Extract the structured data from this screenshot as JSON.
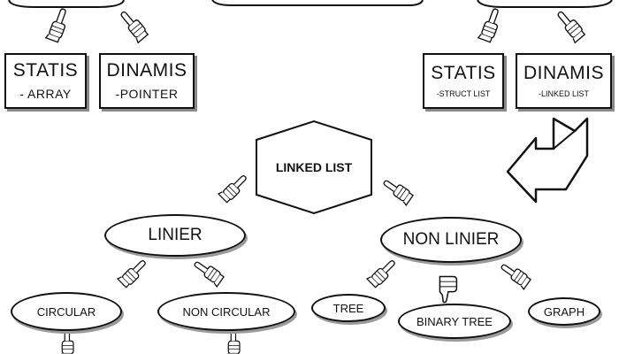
{
  "diagram": {
    "left_group": {
      "statis": {
        "title": "STATIS",
        "subtitle": "- ARRAY"
      },
      "dinamis": {
        "title": "DINAMIS",
        "subtitle": "-POINTER"
      }
    },
    "right_group": {
      "statis": {
        "title": "STATIS",
        "subtitle": "-STRUCT LIST"
      },
      "dinamis": {
        "title": "DINAMIS",
        "subtitle": "-LINKED LIST"
      }
    },
    "center": {
      "label": "LINKED LIST"
    },
    "linier": {
      "label": "LINIER"
    },
    "non_linier": {
      "label": "NON LINIER"
    },
    "circular": {
      "label": "CIRCULAR"
    },
    "non_circular": {
      "label": "NON CIRCULAR"
    },
    "tree": {
      "label": "TREE"
    },
    "binary_tree": {
      "label": "BINARY TREE"
    },
    "graph": {
      "label": "GRAPH"
    },
    "icons": {
      "pointer": "pointing-hand-icon",
      "thumbs_down": "thumbs-down-icon",
      "arrow": "bent-arrow-icon"
    }
  }
}
